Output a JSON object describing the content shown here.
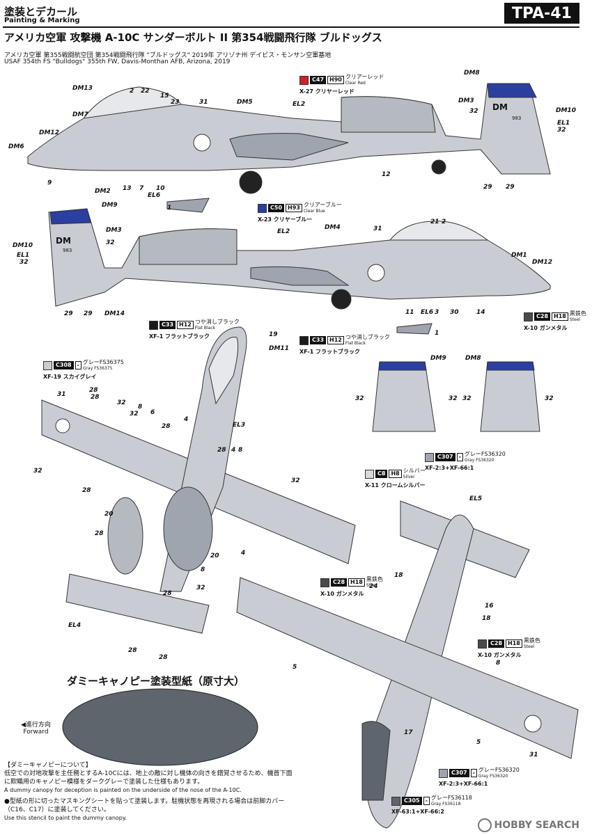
{
  "header": {
    "section_jp": "塗装とデカール",
    "section_en": "Painting & Marking",
    "code": "TPA-41"
  },
  "title": "アメリカ空軍 攻撃機 A-10C サンダーボルト II 第354戦闘飛行隊 ブルドッグス",
  "unit_jp": "アメリカ空軍 第355戦闘航空団 第354戦闘飛行隊 \"ブルドッグス\" 2019年 アリゾナ州 デイビス・モンサン空軍基地",
  "unit_en": "USAF 354th FS \"Bulldogs\" 355th FW, Davis-Monthan AFB, Arizona, 2019",
  "colors": {
    "clear_red": "#d0202a",
    "clear_blue": "#2b3fa0",
    "flat_black": "#1a1a1a",
    "steel": "#4a4a4a",
    "gray_36375": "#c9cdd3",
    "gray_36320": "#9ea5ae",
    "gray_36118": "#5f656d",
    "silver": "#d8d8d8"
  },
  "swatches": {
    "red": {
      "code": "C47",
      "h": "H90",
      "name": "クリアーレッド",
      "en": "Clear Red",
      "mix": "X-27 クリヤーレッド"
    },
    "blue": {
      "code": "C50",
      "h": "H93",
      "name": "クリアーブルー",
      "en": "Clear Blue",
      "mix": "X-23 クリヤーブルー"
    },
    "black1": {
      "code": "C33",
      "h": "H12",
      "name": "つや消しブラック",
      "en": "Flat Black",
      "mix": "XF-1 フラットブラック"
    },
    "black2": {
      "code": "C33",
      "h": "H12",
      "name": "つや消しブラック",
      "en": "Flat Black",
      "mix": "XF-1 フラットブラック"
    },
    "steel1": {
      "code": "C28",
      "h": "H18",
      "name": "黒鉄色",
      "en": "Steel",
      "mix": "X-10 ガンメタル"
    },
    "steel2": {
      "code": "C28",
      "h": "H18",
      "name": "黒鉄色",
      "en": "Steel",
      "mix": "X-10 ガンメタル"
    },
    "steel3": {
      "code": "C28",
      "h": "H18",
      "name": "黒鉄色",
      "en": "Steel",
      "mix": "X-10 ガンメタル"
    },
    "gray375": {
      "code": "C308",
      "h": "-",
      "name": "グレーFS36375",
      "en": "Gray FS36375",
      "mix": "XF-19 スカイグレイ"
    },
    "gray320a": {
      "code": "C307",
      "h": "-",
      "name": "グレーFS36320",
      "en": "Gray FS36320",
      "mix": "XF-2:3+XF-66:1"
    },
    "gray320b": {
      "code": "C307",
      "h": "-",
      "name": "グレーFS36320",
      "en": "Gray FS36320",
      "mix": "XF-2:3+XF-66:1"
    },
    "silver": {
      "code": "C8",
      "h": "H8",
      "name": "シルバー",
      "en": "Silver",
      "mix": "X-11 クロームシルバー"
    },
    "gray118": {
      "code": "C305",
      "h": "-",
      "name": "グレーFS36118",
      "en": "Gray FS36118",
      "mix": "XF-63:1+XF-66:2"
    }
  },
  "callouts": {
    "side1": [
      "DM13",
      "DM7",
      "DM12",
      "DM6",
      "9",
      "DM2",
      "13",
      "7",
      "EL6",
      "10",
      "2",
      "22",
      "15",
      "23",
      "31",
      "DM5",
      "EL2",
      "12",
      "1",
      "DM8",
      "DM3",
      "32",
      "DM10",
      "EL1",
      "32",
      "29",
      "29"
    ],
    "side2": [
      "DM9",
      "DM3",
      "DM10",
      "EL1",
      "32",
      "32",
      "29",
      "29",
      "DM14",
      "EL2",
      "DM4",
      "31",
      "21",
      "2",
      "DM1",
      "DM12",
      "11",
      "EL6",
      "3",
      "30",
      "14",
      "1"
    ],
    "top": [
      "19",
      "DM11",
      "EL3",
      "31",
      "28",
      "28",
      "32",
      "8",
      "6",
      "32",
      "4",
      "28",
      "28",
      "4",
      "8",
      "32",
      "32",
      "28",
      "20",
      "28",
      "20",
      "4",
      "8",
      "32",
      "28",
      "EL4",
      "28",
      "28"
    ],
    "tails": [
      "DM9",
      "DM8",
      "32",
      "32",
      "32",
      "32"
    ],
    "bottom": [
      "EL5",
      "18",
      "24",
      "16",
      "18",
      "8",
      "5",
      "17",
      "5",
      "31"
    ]
  },
  "tail_text": {
    "code": "DM",
    "serial": "983"
  },
  "dummy": {
    "title": "ダミーキャノピー塗装型紙（原寸大）",
    "forward_jp": "◀進行方向",
    "forward_en": "Forward",
    "note_head": "【ダミーキャノピーについて】",
    "note_jp": "低空での対地攻撃を主任務とするA-10Cには、地上の敵に対し機体の向きを錯覚させるため、機首下面に欺瞞用のキャノピー模様をダークグレーで塗装した仕様もあります。",
    "note_en": "A dummy canopy for deception is painted on the underside of the nose of the A-10C.",
    "stencil_jp": "●型紙の形に切ったマスキングシートを貼って塗装します。駐機状態を再現される場合は前脚カバー（C16、C17）に塗装してください。",
    "stencil_en": "Use this stencil to paint the dummy canopy."
  },
  "watermark": "HOBBY SEARCH"
}
